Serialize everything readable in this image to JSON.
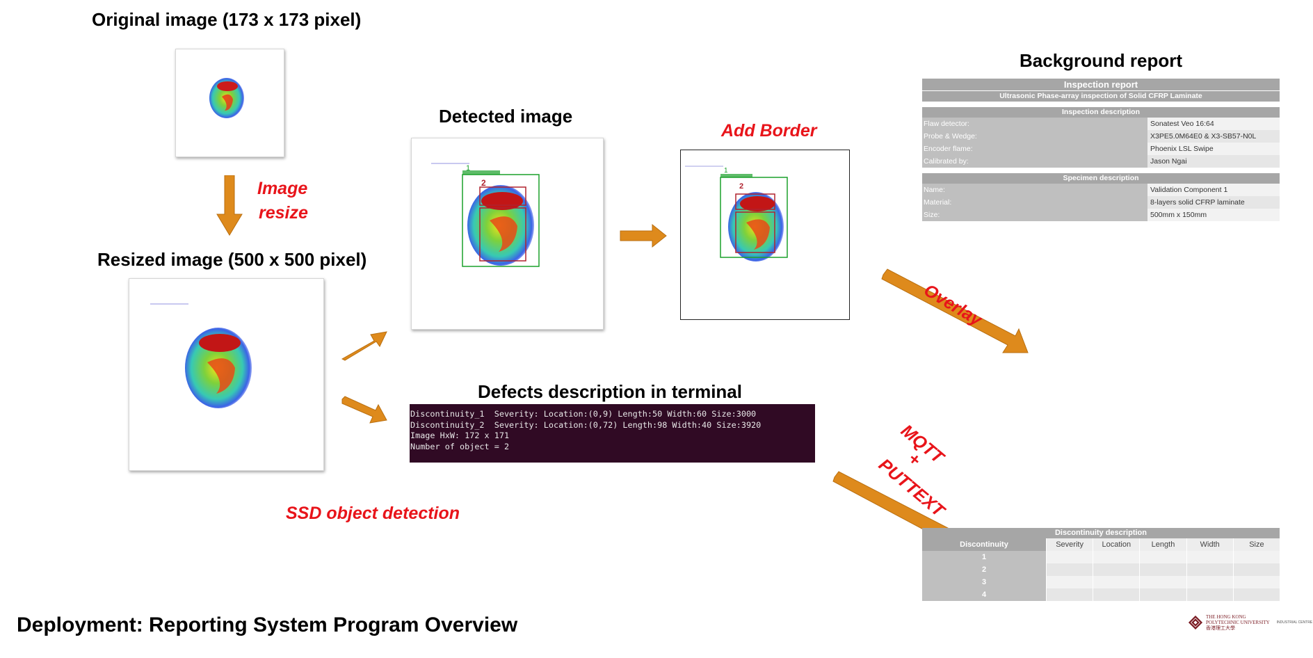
{
  "labels": {
    "original": "Original image (173 x 173 pixel)",
    "resize": [
      "Image",
      "resize"
    ],
    "resized": "Resized image (500 x 500 pixel)",
    "detected": "Detected image",
    "add_border": "Add Border",
    "defects": "Defects description in terminal",
    "ssd": "SSD object detection",
    "overlay": "Overlay",
    "mqtt": [
      "MQTT",
      "+",
      "PUTTEXT"
    ],
    "background_report": "Background report",
    "footer": "Deployment: Reporting System Program Overview"
  },
  "terminal_lines": [
    "Discontinuity_1  Severity: Location:(0,9) Length:50 Width:60 Size:3000",
    "Discontinuity_2  Severity: Location:(0,72) Length:98 Width:40 Size:3920",
    "Image HxW: 172 x 171",
    "Number of object = 2"
  ],
  "detections": [
    "1",
    "2"
  ],
  "report": {
    "title": "Inspection report",
    "subtitle": "Ultrasonic Phase-array inspection of Solid CFRP Laminate",
    "section1": "Inspection description",
    "rows1": [
      {
        "k": "Flaw detector:",
        "v": "Sonatest Veo 16:64"
      },
      {
        "k": "Probe & Wedge:",
        "v": "X3PE5.0M64E0  & X3-SB57-N0L"
      },
      {
        "k": "Encoder flame:",
        "v": "Phoenix LSL Swipe"
      },
      {
        "k": "Calibrated by:",
        "v": "Jason Ngai"
      }
    ],
    "section2": "Specimen description",
    "rows2": [
      {
        "k": "Name:",
        "v": "Validation Component 1"
      },
      {
        "k": "Material:",
        "v": "8-layers solid CFRP laminate"
      },
      {
        "k": "Size:",
        "v": "500mm x 150mm"
      }
    ]
  },
  "discontinuity": {
    "title": "Discontinuity description",
    "headers": [
      "Discontinuity",
      "Severity",
      "Location",
      "Length",
      "Width",
      "Size"
    ],
    "rows": [
      "1",
      "2",
      "3",
      "4"
    ]
  },
  "logo": {
    "line1": "THE HONG KONG",
    "line2": "POLYTECHNIC UNIVERSITY",
    "line3": "香港理工大學",
    "right": "INDUSTRIAL CENTRE"
  },
  "colors": {
    "accent_red": "#e8141a",
    "arrow": "#de8a1c",
    "terminal_bg": "#300a24",
    "box_green": "#1aa02a",
    "box_red": "#b0222e"
  }
}
